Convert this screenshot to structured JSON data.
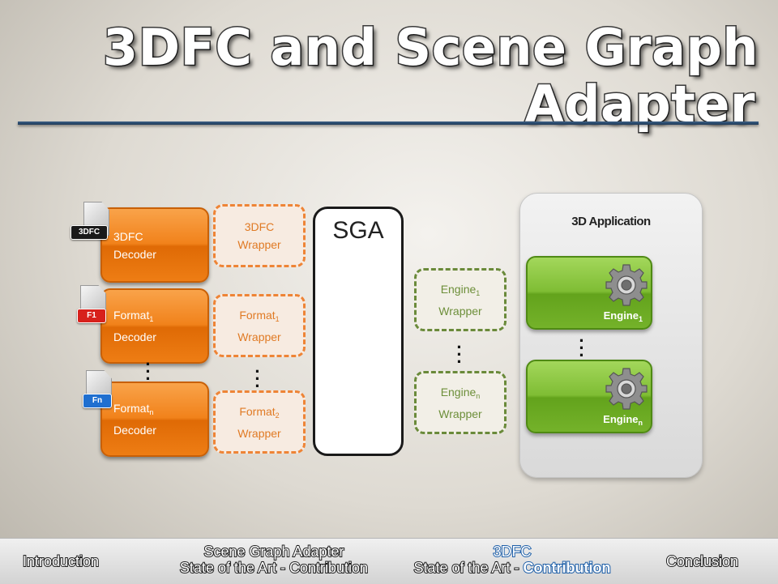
{
  "title": {
    "line1": "3DFC and Scene Graph",
    "line2": "Adapter"
  },
  "decoders": [
    {
      "line1": "3DFC",
      "line1_sub": "",
      "line2": "Decoder",
      "file_tag": "3DFC",
      "tag_color": "#1a1a1a"
    },
    {
      "line1": "Format",
      "line1_sub": "1",
      "line2": "Decoder",
      "file_tag": "F1",
      "tag_color": "#d7211b"
    },
    {
      "line1": "Format",
      "line1_sub": "n",
      "line2": "Decoder",
      "file_tag": "Fn",
      "tag_color": "#1f6fd0"
    }
  ],
  "format_wrappers": [
    {
      "line1": "3DFC",
      "line1_sub": "",
      "line2": "Wrapper"
    },
    {
      "line1": "Format",
      "line1_sub": "1",
      "line2": "Wrapper"
    },
    {
      "line1": "Format",
      "line1_sub": "2",
      "line2": "Wrapper"
    }
  ],
  "sga": {
    "label": "SGA"
  },
  "engine_wrappers": [
    {
      "line1": "Engine",
      "line1_sub": "1",
      "line2": "Wrapper"
    },
    {
      "line1": "Engine",
      "line1_sub": "n",
      "line2": "Wrapper"
    }
  ],
  "application": {
    "title": "3D Application",
    "engines": [
      {
        "label": "Engine",
        "label_sub": "1"
      },
      {
        "label": "Engine",
        "label_sub": "n"
      }
    ]
  },
  "navigation": {
    "introduction": "Introduction",
    "sga_title": "Scene Graph Adapter",
    "sga_sub": "State of the Art - Contribution",
    "dfc_title": "3DFC",
    "dfc_sub_prefix": "State of the Art - ",
    "dfc_sub_highlight": "Contribution",
    "conclusion": "Conclusion"
  },
  "colors": {
    "decoder_orange": "#f1821b",
    "engine_green": "#7fbd34",
    "nav_highlight": "#1e5fa8"
  }
}
